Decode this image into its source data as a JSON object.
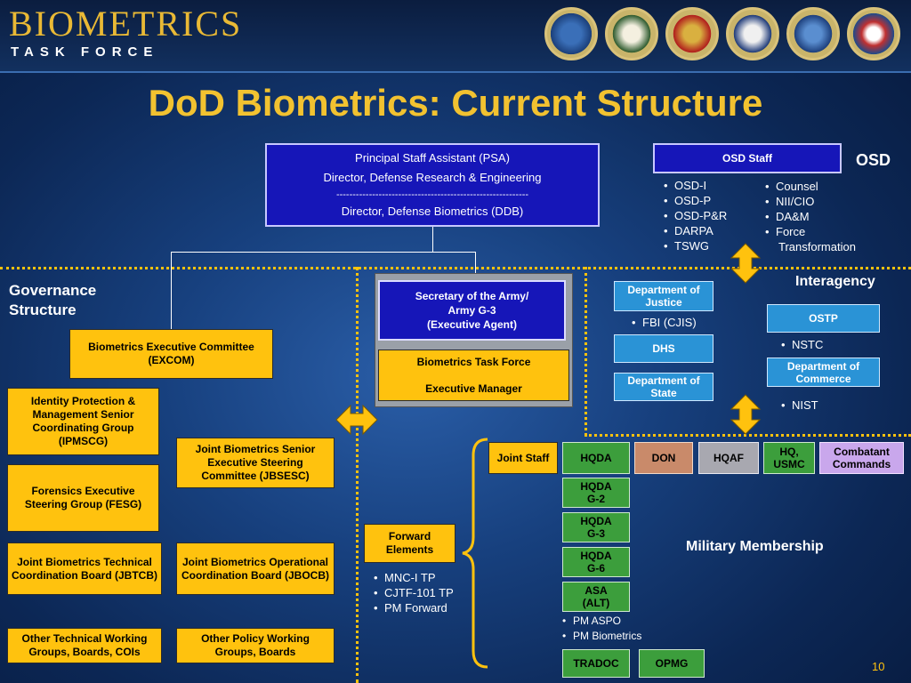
{
  "header": {
    "logo_line1": "BIOMETRICS",
    "logo_line2": "TASK FORCE",
    "seals": [
      "dod-seal-icon",
      "army-seal-icon",
      "marines-seal-icon",
      "navy-seal-icon",
      "airforce-seal-icon",
      "coastguard-seal-icon"
    ]
  },
  "title": "DoD Biometrics:  Current Structure",
  "psa": {
    "line1": "Principal Staff Assistant (PSA)",
    "line2": "Director, Defense Research & Engineering",
    "divider": "-----------------------------------------------------------",
    "line3": "Director, Defense Biometrics (DDB)"
  },
  "osd": {
    "label": "OSD",
    "staff": "OSD Staff",
    "list_left": [
      "OSD-I",
      "OSD-P",
      "OSD-P&R",
      "DARPA",
      "TSWG"
    ],
    "list_right": [
      "Counsel",
      "NII/CIO",
      "DA&M",
      "Force"
    ],
    "list_right_cont": "Transformation"
  },
  "interagency": {
    "label": "Interagency",
    "doj": "Department of Justice",
    "doj_list": [
      "FBI (CJIS)"
    ],
    "dhs": "DHS",
    "dos": "Department of State",
    "ostp": "OSTP",
    "ostp_list": [
      "NSTC"
    ],
    "doc": "Department of Commerce",
    "doc_list": [
      "NIST"
    ]
  },
  "governance": {
    "label_line1": "Governance",
    "label_line2": "Structure",
    "excom": "Biometrics Executive Committee (EXCOM)",
    "ipmscg": "Identity Protection & Management Senior Coordinating Group (IPMSCG)",
    "fesg": "Forensics Executive Steering Group (FESG)",
    "jbtcb": "Joint Biometrics Technical Coordination Board (JBTCB)",
    "other_tech": "Other Technical Working Groups, Boards, COIs",
    "jbsesc": "Joint Biometrics Senior Executive Steering Committee (JBSESC)",
    "jbocb": "Joint Biometrics Operational Coordination Board (JBOCB)",
    "other_policy": "Other Policy Working Groups, Boards"
  },
  "executive": {
    "secarmy_line1": "Secretary of the Army/",
    "secarmy_line2": "Army G-3",
    "secarmy_line3": "(Executive Agent)",
    "btf_line1": "Biometrics Task Force",
    "btf_line2": "Executive Manager"
  },
  "forward": {
    "label": "Forward Elements",
    "list": [
      "MNC-I TP",
      "CJTF-101 TP",
      "PM Forward"
    ]
  },
  "military": {
    "label": "Military Membership",
    "joint_staff": "Joint Staff",
    "hqda": "HQDA",
    "don": "DON",
    "hqaf": "HQAF",
    "usmc": "HQ, USMC",
    "combatant": "Combatant Commands",
    "hqda_g2": "HQDA G-2",
    "hqda_g3": "HQDA G-3",
    "hqda_g6": "HQDA G-6",
    "asa": "ASA (ALT)",
    "asa_list": [
      "PM ASPO",
      "PM Biometrics"
    ],
    "tradoc": "TRADOC",
    "opmg": "OPMG"
  },
  "page_number": "10",
  "colors": {
    "gold": "#ffc20e",
    "navy_box": "#1616b8",
    "light_blue_box": "#2a93d6",
    "green_box": "#3c9e3c",
    "title": "#f2c230"
  }
}
